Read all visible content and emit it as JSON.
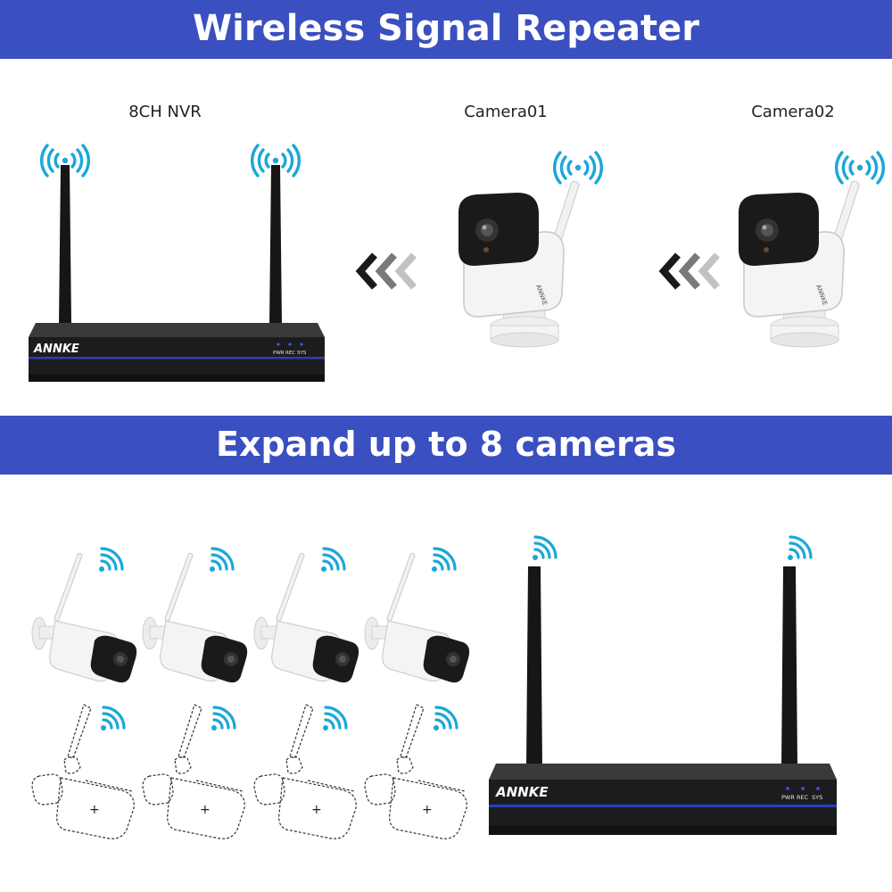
{
  "banners": {
    "top": "Wireless Signal Repeater",
    "middle": "Expand up to 8 cameras"
  },
  "devices": {
    "nvr_label": "8CH NVR",
    "camera1_label": "Camera01",
    "camera2_label": "Camera02",
    "nvr_brand": "ANNKE",
    "camera_brand": "ANNKE",
    "nvr_leds": [
      "PWR",
      "REC",
      "SYS"
    ]
  },
  "icons": {
    "signal": "wifi-signal-icon",
    "arrows": "chevron-left-icon",
    "expansion_slot_mark": "+"
  },
  "colors": {
    "banner": "#3a4fc0",
    "wifi": "#1ba7d8",
    "nvr_body": "#1c1c1e",
    "nvr_stripe": "#2a3fbf",
    "camera_body": "#f4f4f4",
    "camera_front": "#181818"
  },
  "expansion": {
    "installed_cameras": 4,
    "empty_slots": 4
  }
}
